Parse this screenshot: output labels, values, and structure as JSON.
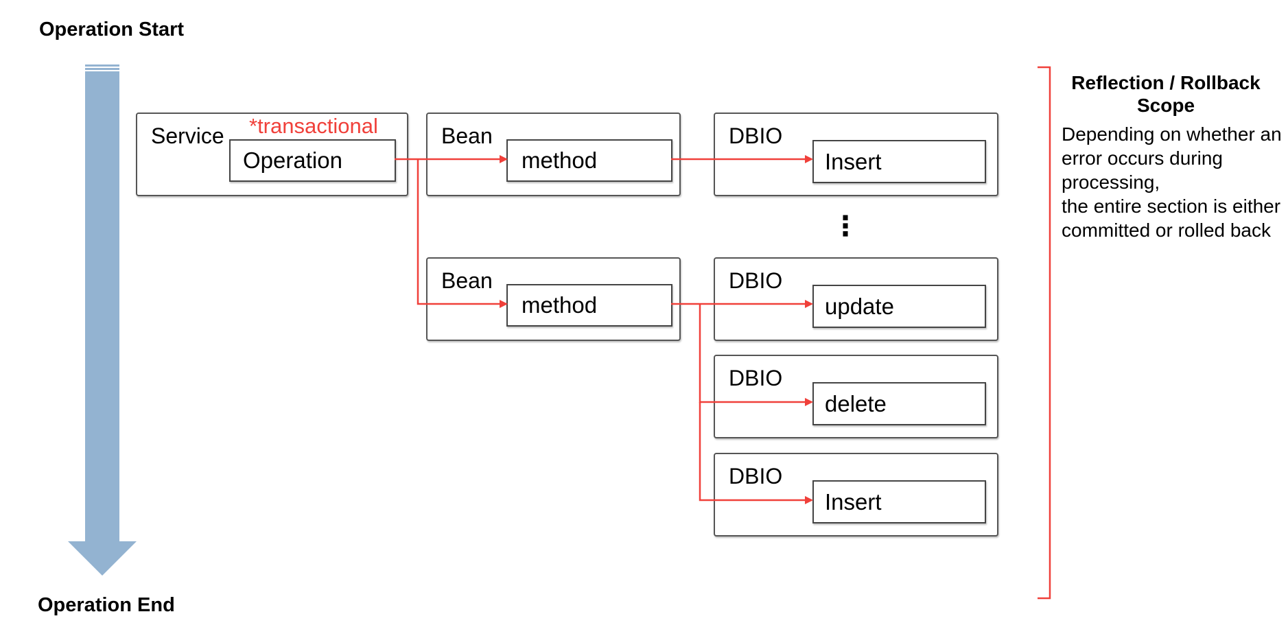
{
  "timeline": {
    "start_label": "Operation Start",
    "end_label": "Operation End"
  },
  "service": {
    "label": "Service",
    "tag": "*transactional",
    "operation": "Operation"
  },
  "beans": [
    {
      "label": "Bean",
      "method": "method"
    },
    {
      "label": "Bean",
      "method": "method"
    }
  ],
  "dbios": [
    {
      "label": "DBIO",
      "action": "Insert"
    },
    {
      "label": "DBIO",
      "action": "update"
    },
    {
      "label": "DBIO",
      "action": "delete"
    },
    {
      "label": "DBIO",
      "action": "Insert"
    }
  ],
  "ellipsis": "⋮",
  "scope": {
    "title": "Reflection / Rollback Scope",
    "description": "Depending on whether an error occurs during processing,\nthe entire section is either committed or rolled back"
  },
  "colors": {
    "arrow_red": "#f0403a",
    "timeline_blue": "#93b3d1"
  }
}
